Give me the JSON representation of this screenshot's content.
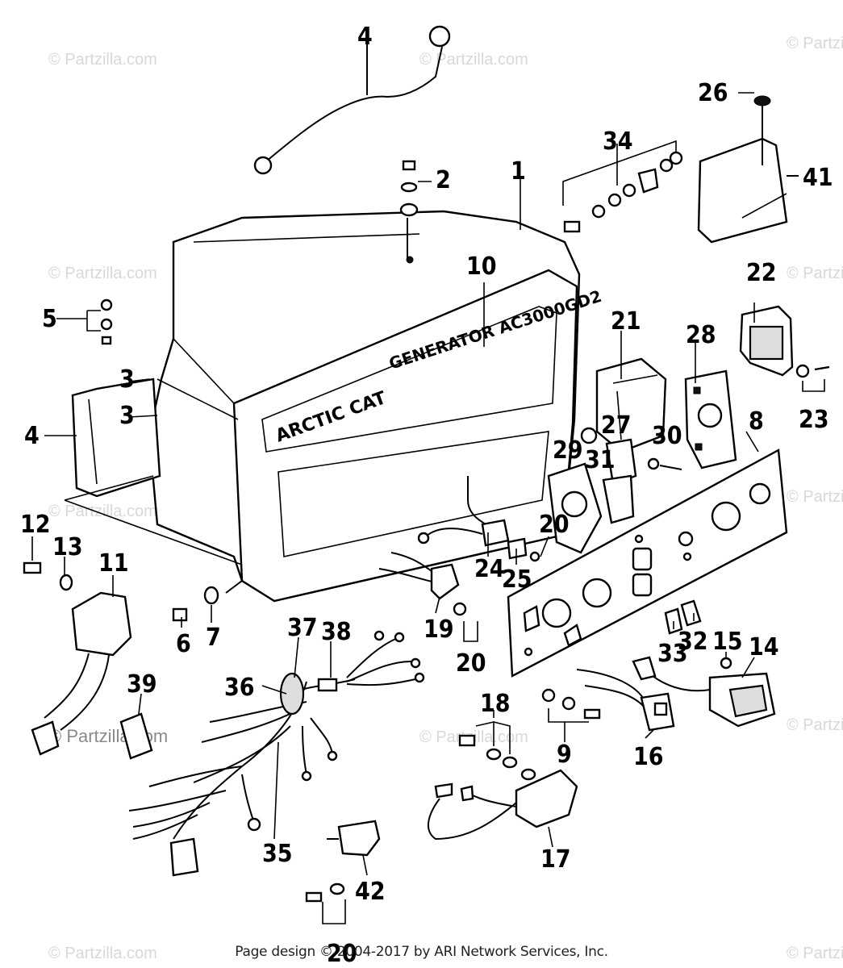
{
  "watermark": "© Partzilla.com",
  "model_label": "GENERATOR AC3000GD2",
  "brand_label": "ARCTIC CAT",
  "footer": "Page design © 2004-2017 by ARI Network Services, Inc.",
  "callouts": {
    "c1": "1",
    "c2": "2",
    "c3a": "3",
    "c3b": "3",
    "c4a": "4",
    "c4b": "4",
    "c5": "5",
    "c6": "6",
    "c7": "7",
    "c8": "8",
    "c9": "9",
    "c10": "10",
    "c11": "11",
    "c12": "12",
    "c13": "13",
    "c14": "14",
    "c15": "15",
    "c16": "16",
    "c17": "17",
    "c18": "18",
    "c19": "19",
    "c20a": "20",
    "c20b": "20",
    "c20c": "20",
    "c21": "21",
    "c22": "22",
    "c23": "23",
    "c24": "24",
    "c25": "25",
    "c26": "26",
    "c27": "27",
    "c28": "28",
    "c29": "29",
    "c30": "30",
    "c31": "31",
    "c32": "32",
    "c33": "33",
    "c34": "34",
    "c35": "35",
    "c36": "36",
    "c37": "37",
    "c38": "38",
    "c39": "39",
    "c41": "41",
    "c42": "42"
  }
}
